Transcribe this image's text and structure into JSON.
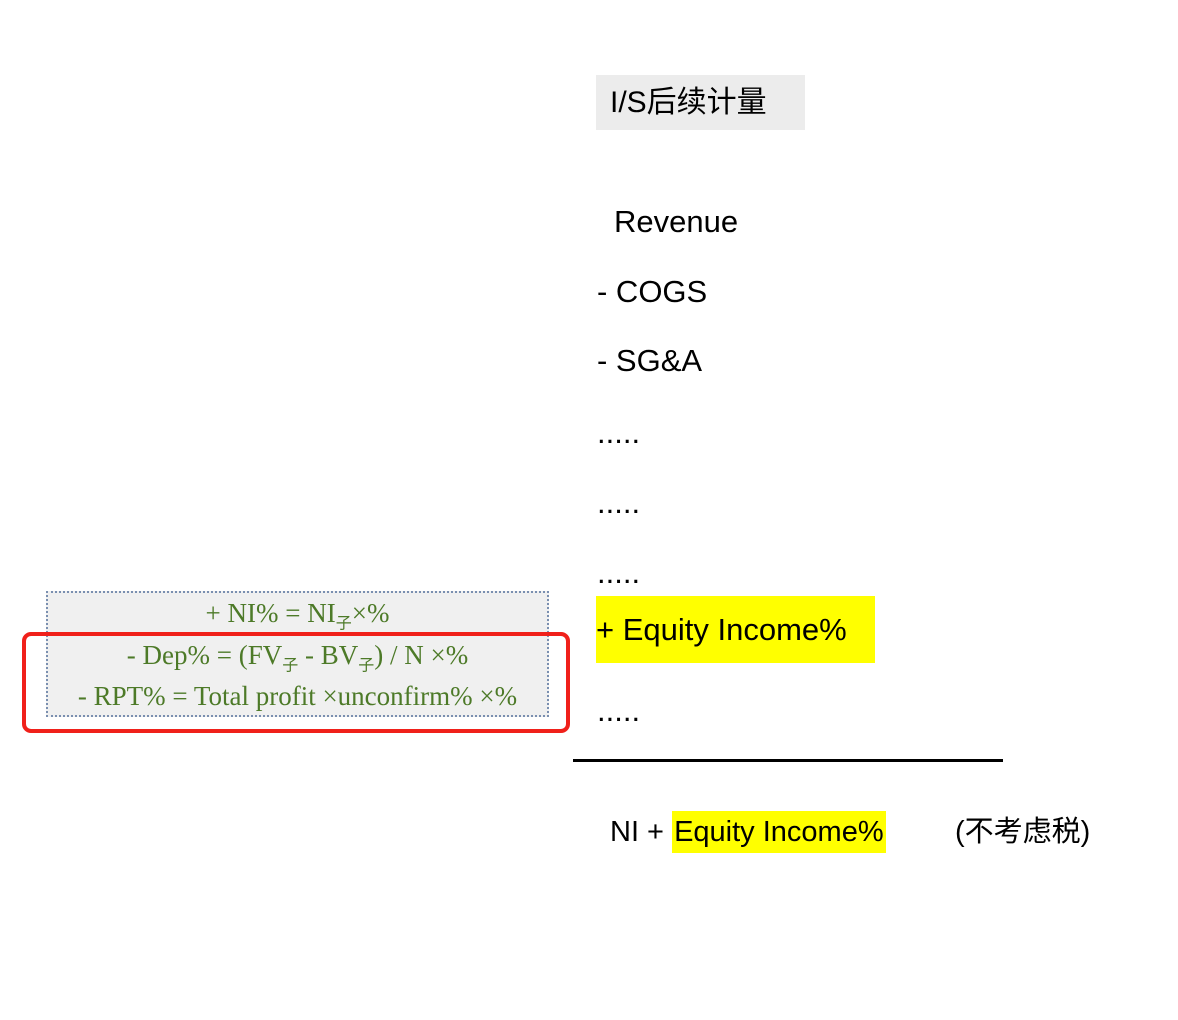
{
  "title": "I/S后续计量",
  "income_statement": {
    "items": [
      "Revenue",
      "- COGS",
      "- SG&A",
      ".....",
      ".....",
      "....."
    ],
    "equity_income": "+ Equity Income%",
    "after": ".....",
    "result_prefix": "NI + ",
    "result_highlight": "Equity Income%",
    "note": "(不考虑税)"
  },
  "formulas": {
    "line1": {
      "text": "+ NI% = NI",
      "sub": "子",
      "tail": "×%"
    },
    "line2": {
      "text": "- Dep% = (FV",
      "sub1": "子",
      "mid": " - BV",
      "sub2": "子",
      "tail": ") / N ×%"
    },
    "line3": {
      "text": "- RPT% = Total profit ×unconfirm% ×%"
    }
  },
  "colors": {
    "highlight": "#ffff00",
    "formula_text": "#4d7a28",
    "callout": "#f0201a"
  }
}
